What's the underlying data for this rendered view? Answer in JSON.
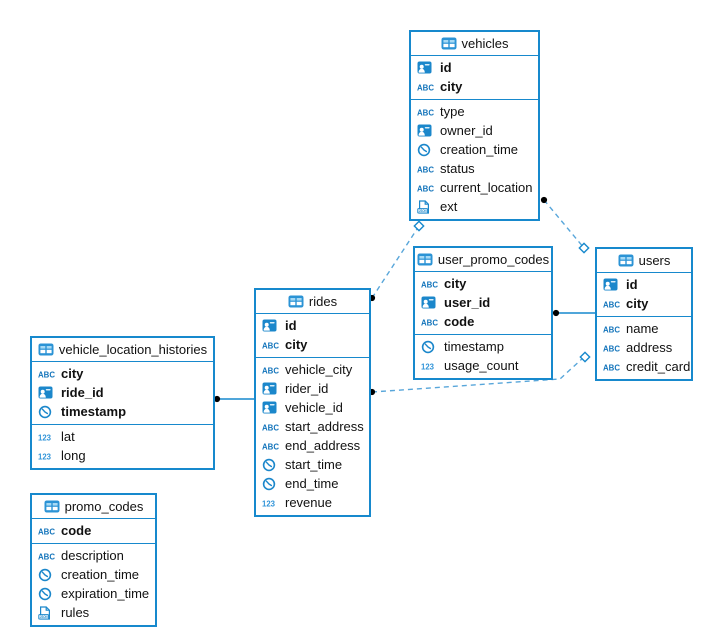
{
  "tables": [
    {
      "name": "vehicles",
      "primary_key_columns": [
        {
          "name": "id",
          "type": "uuid"
        },
        {
          "name": "city",
          "type": "string"
        }
      ],
      "columns": [
        {
          "name": "type",
          "type": "string"
        },
        {
          "name": "owner_id",
          "type": "uuid"
        },
        {
          "name": "creation_time",
          "type": "timestamp"
        },
        {
          "name": "status",
          "type": "string"
        },
        {
          "name": "current_location",
          "type": "string"
        },
        {
          "name": "ext",
          "type": "json"
        }
      ]
    },
    {
      "name": "user_promo_codes",
      "primary_key_columns": [
        {
          "name": "city",
          "type": "string"
        },
        {
          "name": "user_id",
          "type": "uuid"
        },
        {
          "name": "code",
          "type": "string"
        }
      ],
      "columns": [
        {
          "name": "timestamp",
          "type": "timestamp"
        },
        {
          "name": "usage_count",
          "type": "number"
        }
      ]
    },
    {
      "name": "users",
      "primary_key_columns": [
        {
          "name": "id",
          "type": "uuid"
        },
        {
          "name": "city",
          "type": "string"
        }
      ],
      "columns": [
        {
          "name": "name",
          "type": "string"
        },
        {
          "name": "address",
          "type": "string"
        },
        {
          "name": "credit_card",
          "type": "string"
        }
      ]
    },
    {
      "name": "rides",
      "primary_key_columns": [
        {
          "name": "id",
          "type": "uuid"
        },
        {
          "name": "city",
          "type": "string"
        }
      ],
      "columns": [
        {
          "name": "vehicle_city",
          "type": "string"
        },
        {
          "name": "rider_id",
          "type": "uuid"
        },
        {
          "name": "vehicle_id",
          "type": "uuid"
        },
        {
          "name": "start_address",
          "type": "string"
        },
        {
          "name": "end_address",
          "type": "string"
        },
        {
          "name": "start_time",
          "type": "timestamp"
        },
        {
          "name": "end_time",
          "type": "timestamp"
        },
        {
          "name": "revenue",
          "type": "number"
        }
      ]
    },
    {
      "name": "vehicle_location_histories",
      "primary_key_columns": [
        {
          "name": "city",
          "type": "string"
        },
        {
          "name": "ride_id",
          "type": "uuid"
        },
        {
          "name": "timestamp",
          "type": "timestamp"
        }
      ],
      "columns": [
        {
          "name": "lat",
          "type": "number"
        },
        {
          "name": "long",
          "type": "number"
        }
      ]
    },
    {
      "name": "promo_codes",
      "primary_key_columns": [
        {
          "name": "code",
          "type": "string"
        }
      ],
      "columns": [
        {
          "name": "description",
          "type": "string"
        },
        {
          "name": "creation_time",
          "type": "timestamp"
        },
        {
          "name": "expiration_time",
          "type": "timestamp"
        },
        {
          "name": "rules",
          "type": "json"
        }
      ]
    }
  ],
  "relations": [
    {
      "from": "rides",
      "to": "vehicles",
      "line_style": "dashed",
      "from_marker": "dot",
      "to_marker": "diamond"
    },
    {
      "from": "vehicles",
      "to": "users",
      "line_style": "dashed",
      "from_marker": "dot",
      "to_marker": "diamond"
    },
    {
      "from": "user_promo_codes",
      "to": "users",
      "line_style": "solid",
      "from_marker": "dot",
      "to_marker": "none"
    },
    {
      "from": "rides",
      "to": "users",
      "line_style": "dashed",
      "from_marker": "dot",
      "to_marker": "diamond"
    },
    {
      "from": "vehicle_location_histories",
      "to": "rides",
      "line_style": "solid",
      "from_marker": "dot",
      "to_marker": "none"
    }
  ],
  "type_icon_labels": {
    "string": "ABC",
    "number": "123",
    "json": "JSON"
  },
  "colors": {
    "table_border": "#1789cd",
    "icon_blue": "#1b87cb",
    "abc_icon_text": "#1374bb",
    "num_icon_text": "#2e93d8",
    "dashed_line": "#58a6da",
    "solid_line": "#1789cd",
    "marker_dot": "#000000",
    "text": "#111111",
    "background": "#ffffff"
  }
}
